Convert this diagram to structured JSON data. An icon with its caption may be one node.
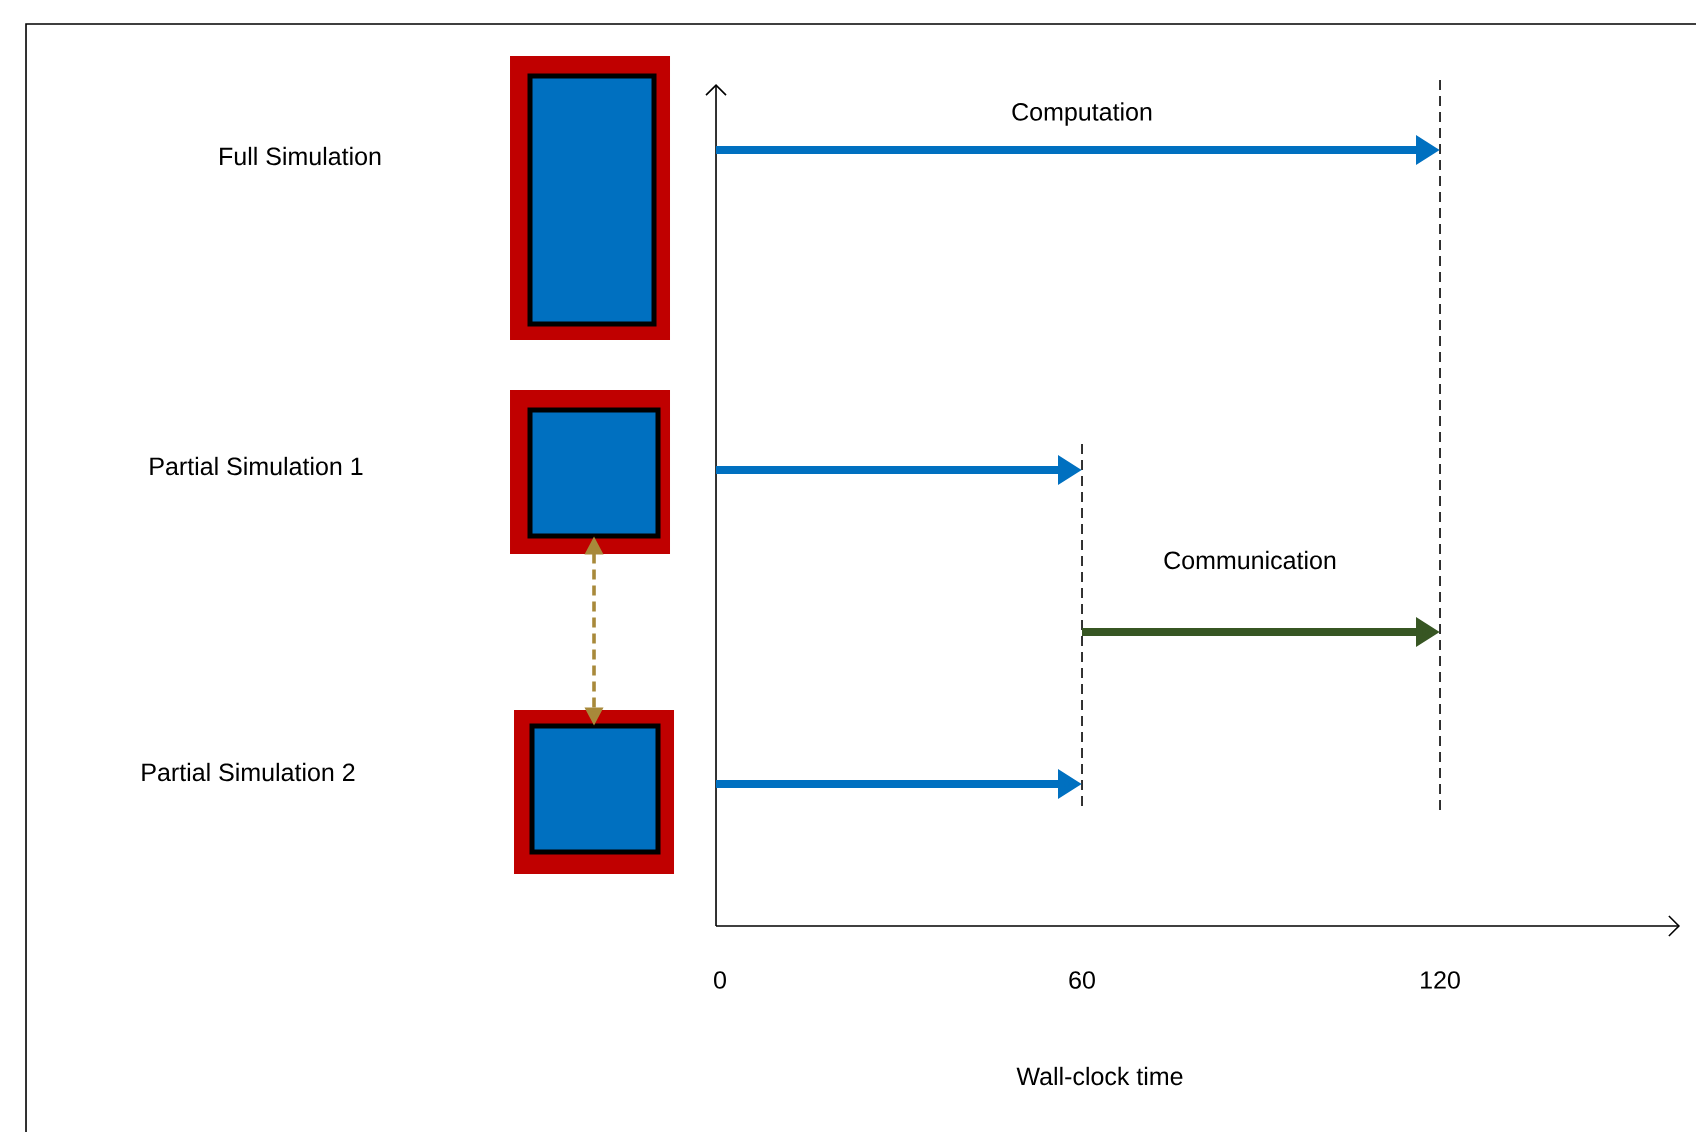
{
  "diagram": {
    "nodes": [
      {
        "text": [],
        "shape": "box"
      },
      {
        "text": [],
        "shape": "box"
      },
      {
        "text": [],
        "shape": "box"
      }
    ],
    "edges": [
      {
        "from": 1,
        "to": 2,
        "arrow": "both",
        "style": "dashed",
        "color": "#a8893a"
      }
    ],
    "labels": [
      "Computation",
      "Full Simulation",
      "Partial Simulation  1",
      "Communication",
      "Partial Simulation  2",
      "0",
      "60",
      "120",
      "Wall-clock time"
    ]
  }
}
